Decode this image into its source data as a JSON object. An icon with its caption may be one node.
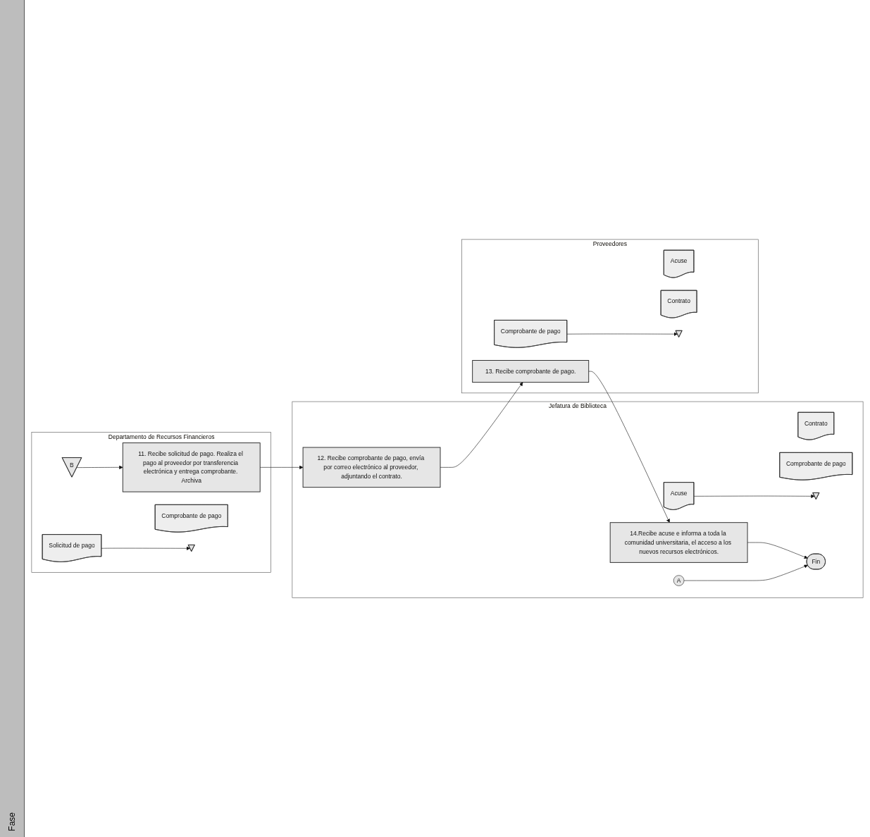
{
  "diagram": {
    "nodes": [
      {
        "text": [
          "Departamento de Recursos Financieros"
        ]
      },
      {
        "text": [
          "B"
        ],
        "in": 0
      },
      {
        "text": [
          "11. Recibe solicitud de pago. Realiza el pago al proveedor por transferencia electrónica y entrega comprobante. Archiva"
        ],
        "in": 0
      },
      {
        "text": [
          "Comprobante de pago"
        ],
        "in": 0
      },
      {
        "text": [
          "Solicitud de pago"
        ],
        "in": 0
      },
      {
        "text": [],
        "shape": "triangle",
        "in": 0
      },
      {
        "text": [
          "Jefatura de Biblioteca"
        ]
      },
      {
        "text": [
          "12. Recibe comprobante de pago, envía por correo electrónico al proveedor, adjuntando el contrato."
        ],
        "in": 6
      },
      {
        "text": [
          "Contrato"
        ],
        "in": 6
      },
      {
        "text": [
          "Comprobante de pago"
        ],
        "in": 6
      },
      {
        "text": [
          "14.Recibe acuse e informa a toda la comunidad universitaria, el acceso a los nuevos recursos electrónicos."
        ],
        "in": 6
      },
      {
        "text": [
          "Acuse"
        ],
        "in": 6
      },
      {
        "text": [],
        "shape": "triangle",
        "in": 6
      },
      {
        "text": [
          "A"
        ],
        "in": 6
      },
      {
        "text": [
          "Fin"
        ],
        "in": 6
      },
      {
        "text": [
          "Proveedores"
        ]
      },
      {
        "text": [
          "13. Recibe comprobante de pago."
        ],
        "in": 15
      },
      {
        "text": [
          "Acuse"
        ],
        "in": 15
      },
      {
        "text": [
          "Contrato"
        ],
        "in": 15
      },
      {
        "text": [
          "Comprobante de pago"
        ],
        "in": 15
      },
      {
        "text": [],
        "shape": "triangle",
        "in": 15
      }
    ],
    "edges": [
      {
        "from": 1,
        "to": 2,
        "arrow": "to"
      },
      {
        "from": 2,
        "to": 7,
        "arrow": "to"
      },
      {
        "from": 7,
        "to": 16,
        "arrow": "to"
      },
      {
        "from": 16,
        "to": 10,
        "arrow": "to"
      },
      {
        "from": 10,
        "to": 14,
        "arrow": "to"
      },
      {
        "from": 13,
        "to": 14,
        "arrow": "to"
      },
      {
        "from": 4,
        "to": 5,
        "arrow": "to"
      },
      {
        "from": 11,
        "to": 12,
        "arrow": "to"
      },
      {
        "from": 19,
        "to": 20,
        "arrow": "to"
      }
    ],
    "labels": [
      "Fase"
    ]
  }
}
